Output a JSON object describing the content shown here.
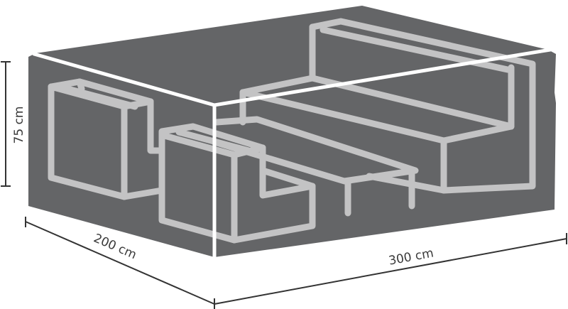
{
  "diagram": {
    "subject": "Garden lounge set protective cover",
    "colors": {
      "cover": "#646567",
      "furniture_outline": "#c3c3c4",
      "cover_seam": "#ffffff",
      "dimension_line": "#333333",
      "background": "#ffffff"
    },
    "dimensions": {
      "height": {
        "label": "75 cm",
        "value": 75,
        "unit": "cm"
      },
      "depth": {
        "label": "200 cm",
        "value": 200,
        "unit": "cm"
      },
      "width": {
        "label": "300 cm",
        "value": 300,
        "unit": "cm"
      }
    },
    "furniture_items": [
      {
        "name": "armchair-left"
      },
      {
        "name": "corner-lounge-chair"
      },
      {
        "name": "coffee-table"
      },
      {
        "name": "l-shaped-sofa"
      }
    ]
  }
}
